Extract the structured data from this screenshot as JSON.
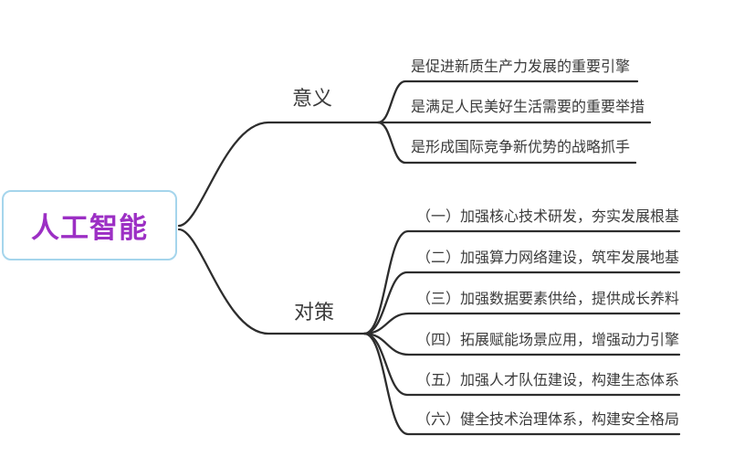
{
  "root": {
    "label": "人工智能",
    "text_color": "#9c2fc4",
    "border_color": "#a5d5ec"
  },
  "branches": [
    {
      "label": "意义",
      "children": [
        "是促进新质生产力发展的重要引擎",
        "是满足人民美好生活需要的重要举措",
        "是形成国际竞争新优势的战略抓手"
      ]
    },
    {
      "label": "对策",
      "children": [
        "（一）加强核心技术研发，夯实发展根基",
        "（二）加强算力网络建设，筑牢发展地基",
        "（三）加强数据要素供给，提供成长养料",
        "（四）拓展赋能场景应用，增强动力引擎",
        "（五）加强人才队伍建设，构建生态体系",
        "（六）健全技术治理体系，构建安全格局"
      ]
    }
  ],
  "colors": {
    "line": "#2d2d2d",
    "text": "#3b3b3b",
    "background": "#ffffff"
  }
}
